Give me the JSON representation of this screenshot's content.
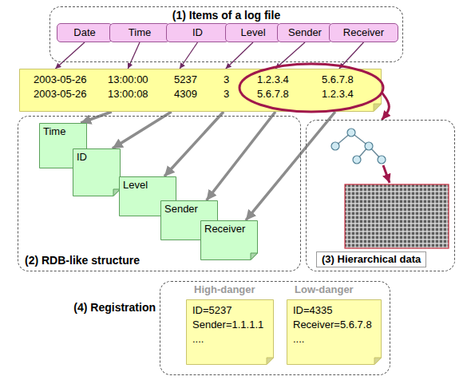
{
  "diagram": {
    "nodes": [
      {
        "text": [
          "(1) Items of a log file"
        ]
      },
      {
        "text": [
          "Date"
        ],
        "in": 0
      },
      {
        "text": [
          "Time"
        ],
        "in": 0
      },
      {
        "text": [
          "ID"
        ],
        "in": 0
      },
      {
        "text": [
          "Level"
        ],
        "in": 0
      },
      {
        "text": [
          "Sender"
        ],
        "in": 0
      },
      {
        "text": [
          "Receiver"
        ],
        "in": 0
      },
      {
        "text": [
          "2003-05-26",
          "13:00:00",
          "5237",
          "3",
          "1.2.3.4",
          "5.6.7.8",
          "2003-05-26",
          "13:00:08",
          "4309",
          "3",
          "5.6.7.8",
          "1.2.3.4"
        ]
      },
      {
        "text": [
          "(2) RDB-like structure"
        ]
      },
      {
        "text": [
          "Time"
        ],
        "in": 8
      },
      {
        "text": [
          "ID"
        ],
        "in": 8
      },
      {
        "text": [
          "Level"
        ],
        "in": 8
      },
      {
        "text": [
          "Sender"
        ],
        "in": 8
      },
      {
        "text": [
          "Receiver"
        ],
        "in": 8
      },
      {
        "text": [
          "(3) Hierarchical data"
        ]
      },
      {
        "text": [
          "(4) Registration"
        ]
      },
      {
        "text": [
          "High-danger",
          "ID=5237",
          "Sender=1.1.1.1",
          "...."
        ],
        "in": 15
      },
      {
        "text": [
          "Low-danger",
          "ID=4335",
          "Receiver=5.6.7.8",
          "...."
        ],
        "in": 15
      }
    ],
    "edges": [
      {
        "from": 1,
        "to": 7,
        "arrow": "to"
      },
      {
        "from": 2,
        "to": 7,
        "arrow": "to"
      },
      {
        "from": 3,
        "to": 7,
        "arrow": "to"
      },
      {
        "from": 4,
        "to": 7,
        "arrow": "to"
      },
      {
        "from": 5,
        "to": 7,
        "arrow": "to"
      },
      {
        "from": 6,
        "to": 7,
        "arrow": "to"
      },
      {
        "from": 7,
        "to": 9,
        "arrow": "to"
      },
      {
        "from": 7,
        "to": 10,
        "arrow": "to"
      },
      {
        "from": 7,
        "to": 11,
        "arrow": "to"
      },
      {
        "from": 7,
        "to": 12,
        "arrow": "to"
      },
      {
        "from": 7,
        "to": 13,
        "arrow": "to"
      },
      {
        "from": 7,
        "to": 14,
        "arrow": "to"
      }
    ]
  }
}
